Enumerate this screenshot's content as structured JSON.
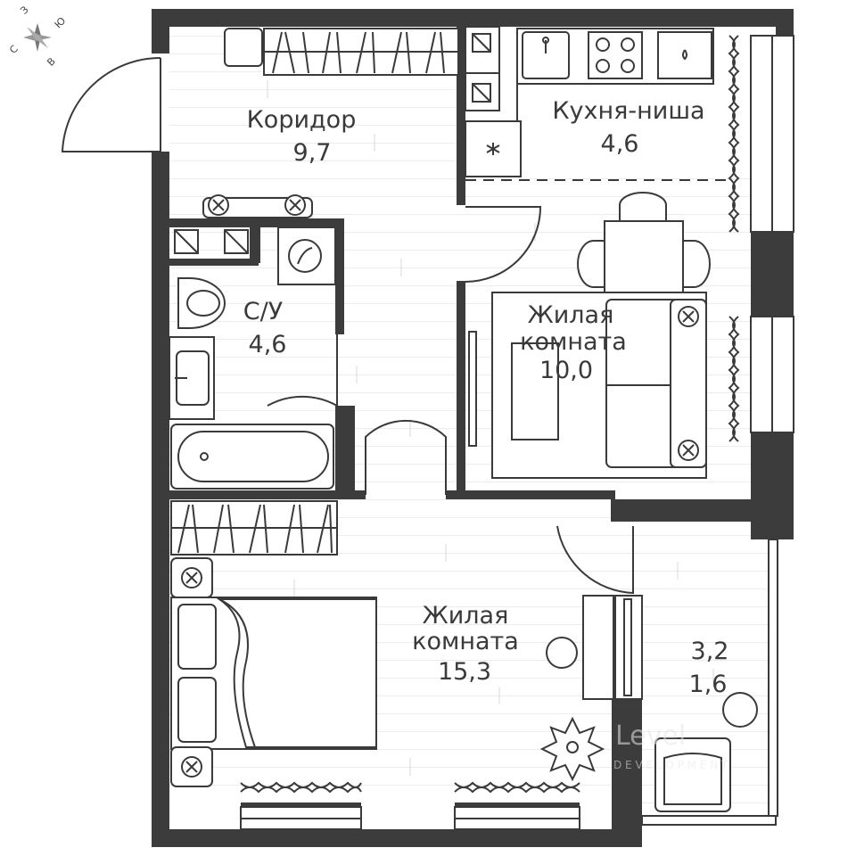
{
  "compass": {
    "n": "С",
    "s": "Ю",
    "e": "В",
    "w": "З"
  },
  "rooms": {
    "corridor": {
      "name": "Коридор",
      "area": "9,7"
    },
    "kitchen": {
      "name": "Кухня-ниша",
      "area": "4,6"
    },
    "bathroom": {
      "name": "С/У",
      "area": "4,6"
    },
    "living_small": {
      "name_line1": "Жилая",
      "name_line2": "комната",
      "area": "10,0"
    },
    "living_large": {
      "name_line1": "Жилая",
      "name_line2": "комната",
      "area": "15,3"
    },
    "loggia": {
      "area_total": "3,2",
      "area_reduced": "1,6"
    }
  },
  "watermark": {
    "text": "Level",
    "subtext": "D E V E L O P M E N T"
  },
  "colors": {
    "wall": "#3c3c3c",
    "line": "#3a3a3a",
    "floor_stripe": "#d6d6d6"
  }
}
